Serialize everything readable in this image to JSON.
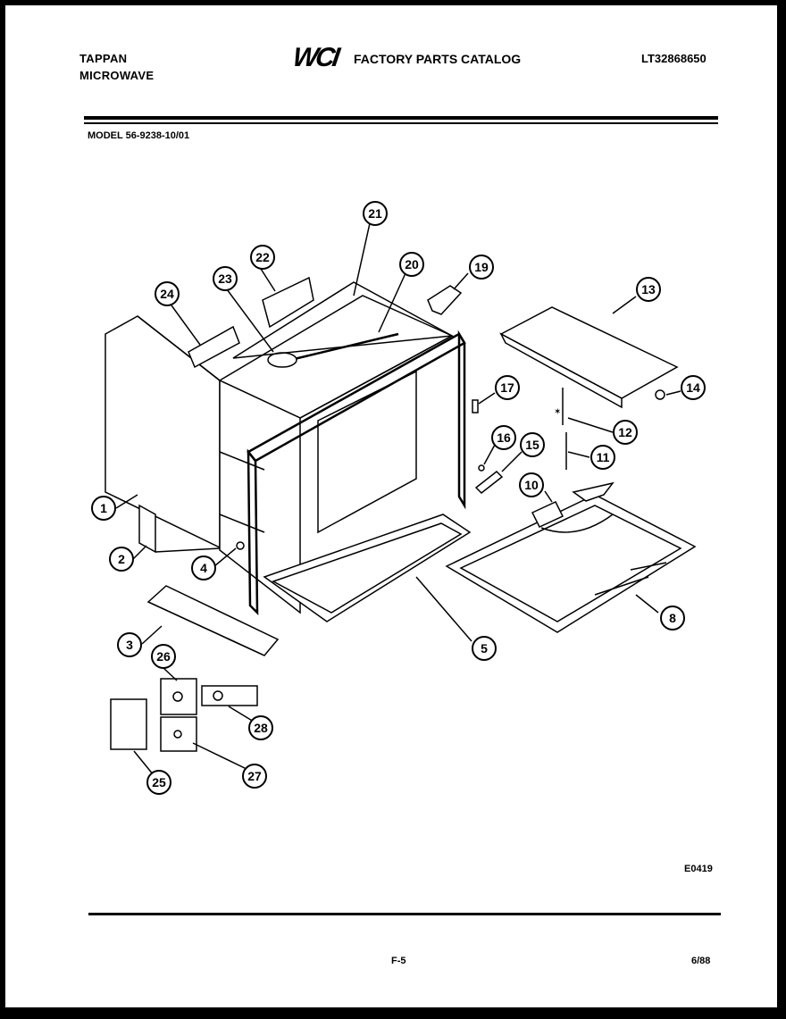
{
  "header": {
    "brand_line1": "TAPPAN",
    "brand_line2": "MICROWAVE",
    "logo_text": "WCI",
    "catalog_title": "FACTORY PARTS CATALOG",
    "catalog_number": "LT32868650"
  },
  "model": "MODEL 56-9238-10/01",
  "diagram_code": "E0419",
  "footer": {
    "page": "F-5",
    "date": "6/88"
  },
  "callouts": [
    "1",
    "2",
    "3",
    "4",
    "5",
    "8",
    "10",
    "11",
    "12",
    "13",
    "14",
    "15",
    "16",
    "17",
    "19",
    "20",
    "21",
    "22",
    "23",
    "24",
    "25",
    "26",
    "27",
    "28"
  ]
}
